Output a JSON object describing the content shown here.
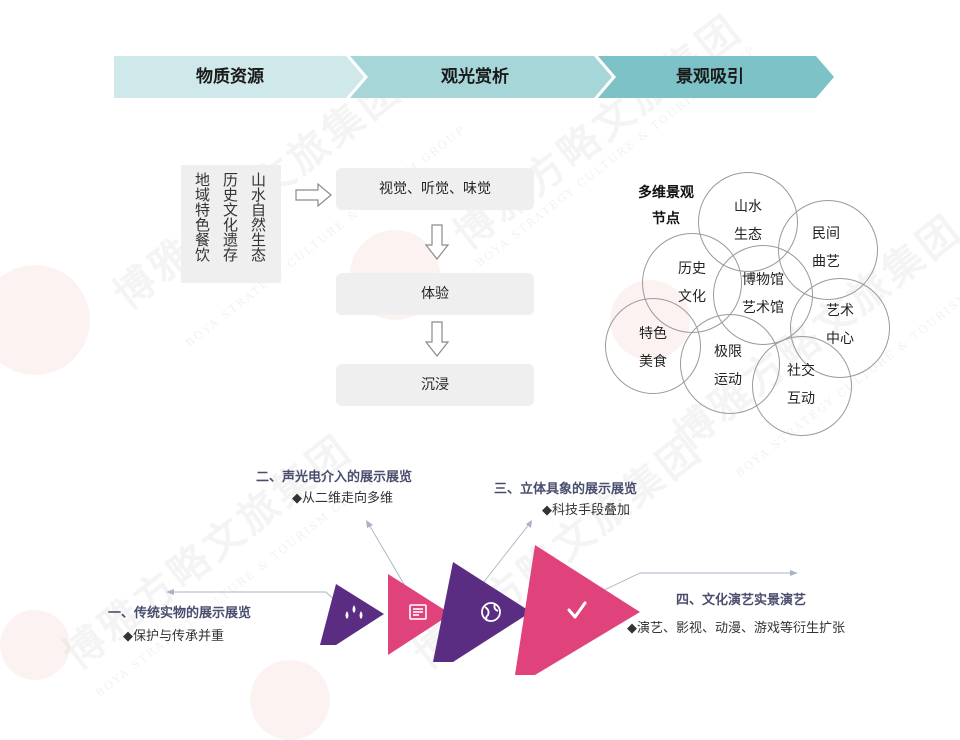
{
  "watermark": {
    "company_cn": "博雅方略文旅集团",
    "company_en": "BOYA STRATEGY CULTURE & TOURISM GROUP"
  },
  "banner": {
    "steps": [
      "物质资源",
      "观光赏析",
      "景观吸引"
    ],
    "colors": [
      "#cfe9ea",
      "#a7d6d8",
      "#7cc2c6"
    ]
  },
  "resources": {
    "columns": [
      "地域特色餐饮",
      "历史文化遗存",
      "山水自然生态"
    ]
  },
  "flow": {
    "steps": [
      "视觉、听觉、味觉",
      "体验",
      "沉浸"
    ]
  },
  "nodes": {
    "title_line1": "多维景观",
    "title_line2": "节点",
    "items": [
      {
        "line1": "山水",
        "line2": "生态"
      },
      {
        "line1": "民间",
        "line2": "曲艺"
      },
      {
        "line1": "历史",
        "line2": "文化"
      },
      {
        "line1": "博物馆",
        "line2": "艺术馆"
      },
      {
        "line1": "艺术",
        "line2": "中心"
      },
      {
        "line1": "特色",
        "line2": "美食"
      },
      {
        "line1": "极限",
        "line2": "运动"
      },
      {
        "line1": "社交",
        "line2": "互动"
      }
    ]
  },
  "stages": [
    {
      "title": "一、传统实物的展示展览",
      "desc": "◆保护与传承并重",
      "icon": "water-drops-icon",
      "color": "#5b2d82"
    },
    {
      "title": "二、声光电介入的展示展览",
      "desc": "◆从二维走向多维",
      "icon": "document-icon",
      "color": "#e0437c"
    },
    {
      "title": "三、立体具象的展示展览",
      "desc": "◆科技手段叠加",
      "icon": "globe-icon",
      "color": "#5b2d82"
    },
    {
      "title": "四、文化演艺实景演艺",
      "desc": "◆演艺、影视、动漫、游戏等衍生扩张",
      "icon": "check-icon",
      "color": "#e0437c"
    }
  ]
}
